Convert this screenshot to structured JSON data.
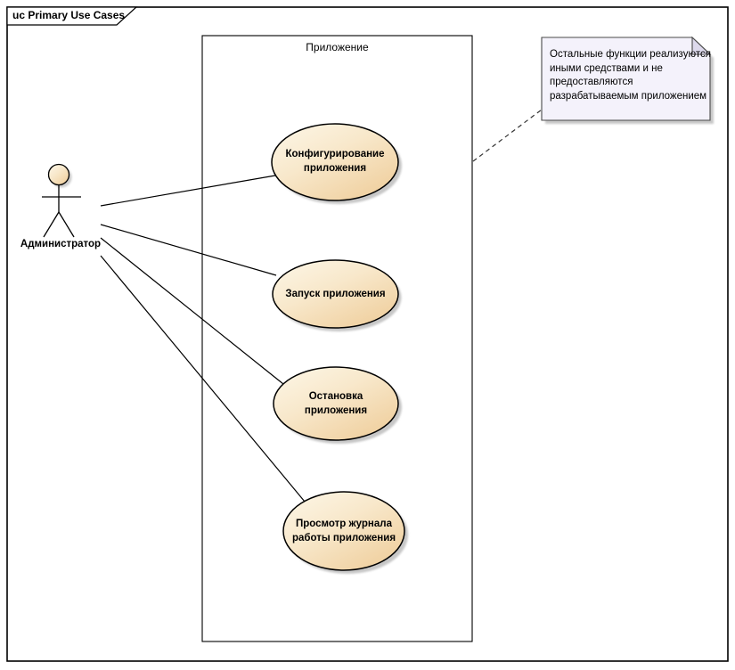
{
  "frame": {
    "title": "uc Primary Use Cases"
  },
  "boundary": {
    "label": "Приложение"
  },
  "actor": {
    "label": "Администратор"
  },
  "use_cases": [
    {
      "name": "configure-application",
      "lines": [
        "Конфигурирование",
        "приложения"
      ]
    },
    {
      "name": "start-application",
      "lines": [
        "Запуск приложения"
      ]
    },
    {
      "name": "stop-application",
      "lines": [
        "Остановка",
        "приложения"
      ]
    },
    {
      "name": "view-application-log",
      "lines": [
        "Просмотр журнала",
        "работы приложения"
      ]
    }
  ],
  "note": {
    "lines": [
      "Остальные функции реализуются",
      "иными средствами и не",
      "предоставляются",
      "разрабатываемым приложением"
    ]
  },
  "colors": {
    "ellipse_gradient_start": "#fdf6e2",
    "ellipse_gradient_end": "#efce9c",
    "note_fill": "#f4f2fb",
    "note_fold": "#ddd9ec",
    "shadow": "#9a9a9a",
    "stroke": "#000000",
    "background": "#ffffff"
  }
}
